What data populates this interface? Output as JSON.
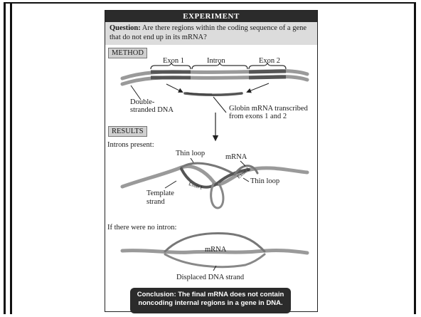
{
  "header": {
    "title": "EXPERIMENT"
  },
  "question": {
    "label": "Question:",
    "text": " Are there regions within the coding sequence of a gene that do not end up in its mRNA?"
  },
  "method": {
    "tag": "METHOD",
    "exon1": "Exon 1",
    "intron": "Intron",
    "exon2": "Exon 2",
    "ds_dna_line1": "Double-",
    "ds_dna_line2": "stranded DNA",
    "globin_line1": "Globin mRNA transcribed",
    "globin_line2": "from exons 1 and 2"
  },
  "results": {
    "tag": "RESULTS",
    "introns_present": "Introns present:",
    "thin_loop_1": "Thin loop",
    "mrna": "mRNA",
    "exon1_small": "Exon 1",
    "exon2_small": "Exon 2",
    "thin_loop_2": "Thin loop",
    "template_line1": "Template",
    "template_line2": "strand",
    "no_intron": "If there were no intron:",
    "mrna_2": "mRNA",
    "displaced": "Displaced DNA strand"
  },
  "conclusion": {
    "line1": "Conclusion: The final mRNA does not contain",
    "line2": "noncoding internal regions in a gene in DNA."
  },
  "colors": {
    "banner": "#2b2b2b",
    "question_bg": "#dcdcdc",
    "strand": "#9a9a9a"
  }
}
